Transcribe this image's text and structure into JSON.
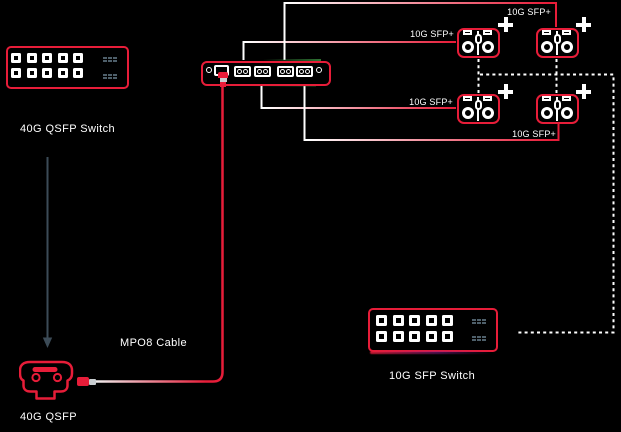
{
  "colors": {
    "background": "#000000",
    "accent_red": "#e71d39",
    "line_white": "#ffffff",
    "accent_green": "#3f9c45",
    "vent_slate": "#4e5f6a",
    "arrow_slate": "#3c4b57"
  },
  "devices": {
    "qsfp_switch": {
      "label": "40G QSFP Switch",
      "port_count": 10
    },
    "sfp_switch": {
      "label": "10G SFP Switch",
      "port_count": 10
    },
    "qsfp_transceiver": {
      "label": "40G QSFP"
    },
    "breakout_cassette": {
      "lc_duplex_port_count": 4,
      "mpo_port_count": 1
    }
  },
  "cable": {
    "label": "MPO8 Cable"
  },
  "sfp_modules": [
    {
      "label": "10G SFP+"
    },
    {
      "label": "10G SFP+"
    },
    {
      "label": "10G SFP+"
    },
    {
      "label": "10G SFP+"
    }
  ]
}
